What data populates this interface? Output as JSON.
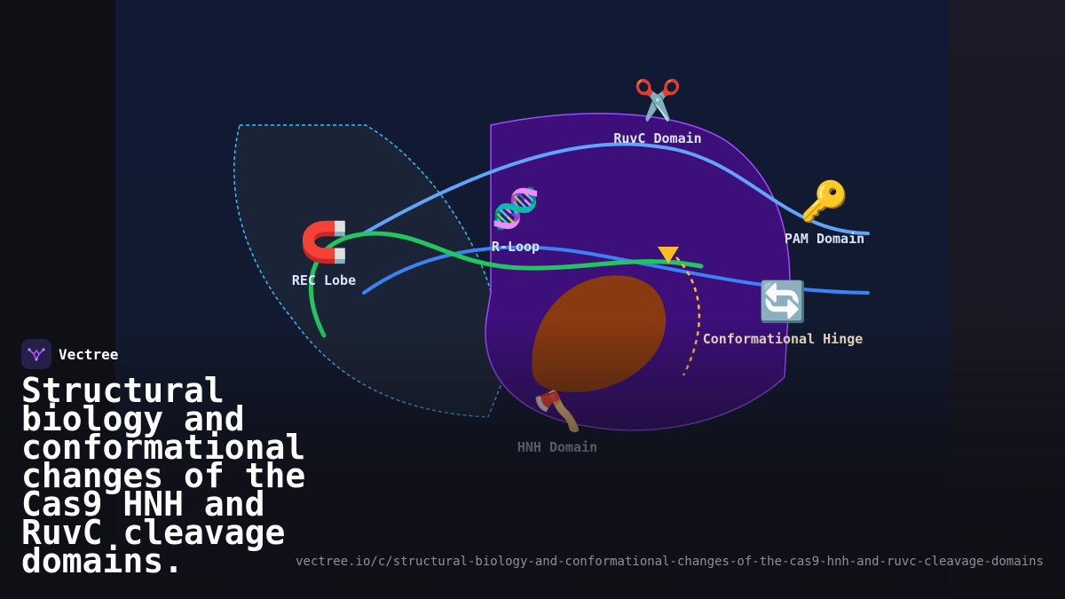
{
  "brand": {
    "name": "Vectree"
  },
  "headline": "Structural biology and conformational changes of the Cas9 HNH and RuvC cleavage domains.",
  "url": "vectree.io/c/structural-biology-and-conformational-changes-of-the-cas9-hnh-and-ruvc-cleavage-domains",
  "diagram": {
    "nodes": {
      "rec_lobe": {
        "label": "REC Lobe",
        "icon": "magnet-icon",
        "glyph": "🧲"
      },
      "r_loop": {
        "label": "R-Loop",
        "icon": "dna-icon",
        "glyph": "🧬"
      },
      "ruvc": {
        "label": "RuvC Domain",
        "icon": "scissors-icon",
        "glyph": "✂️"
      },
      "pam": {
        "label": "PAM Domain",
        "icon": "key-icon",
        "glyph": "🔑"
      },
      "hinge": {
        "label": "Conformational Hinge",
        "icon": "cycle-arrows-icon",
        "glyph": "🔄"
      },
      "hnh": {
        "label": "HNH Domain",
        "icon": "axe-icon",
        "glyph": "🪓"
      }
    },
    "colors": {
      "rec_region": "#38bdf8",
      "nuc_lobe_fill": "#3d0f7a",
      "nuc_lobe_stroke": "#9b4dff",
      "hnh_fill": "#8a3a10",
      "green_strand": "#22c55e",
      "blue_strand": "#3b82f6",
      "light_blue_strand": "#60a5fa",
      "hinge_arrow": "#fbbf24",
      "label_color": "#dbe4ff"
    }
  }
}
